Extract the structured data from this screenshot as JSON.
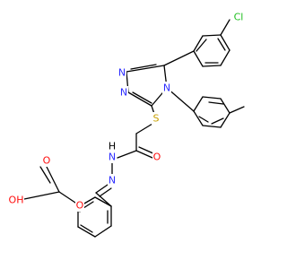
{
  "colors": {
    "bond": "#000000",
    "N": "#2d2dff",
    "O": "#ff0d0d",
    "S": "#c8a000",
    "Cl": "#1fbf1f",
    "H": "#000000"
  },
  "atoms": {
    "cl": "Cl",
    "n_triazole_1": "N",
    "n_triazole_2": "N",
    "n_triazole_4": "N",
    "s_thioether": "S",
    "o_amide": "O",
    "nh_hydrazide": "N",
    "h_hydrazide": "H",
    "n_imine": "N",
    "o_ether": "O",
    "o_carbonyl_acid": "O",
    "oh_acid": "OH"
  }
}
